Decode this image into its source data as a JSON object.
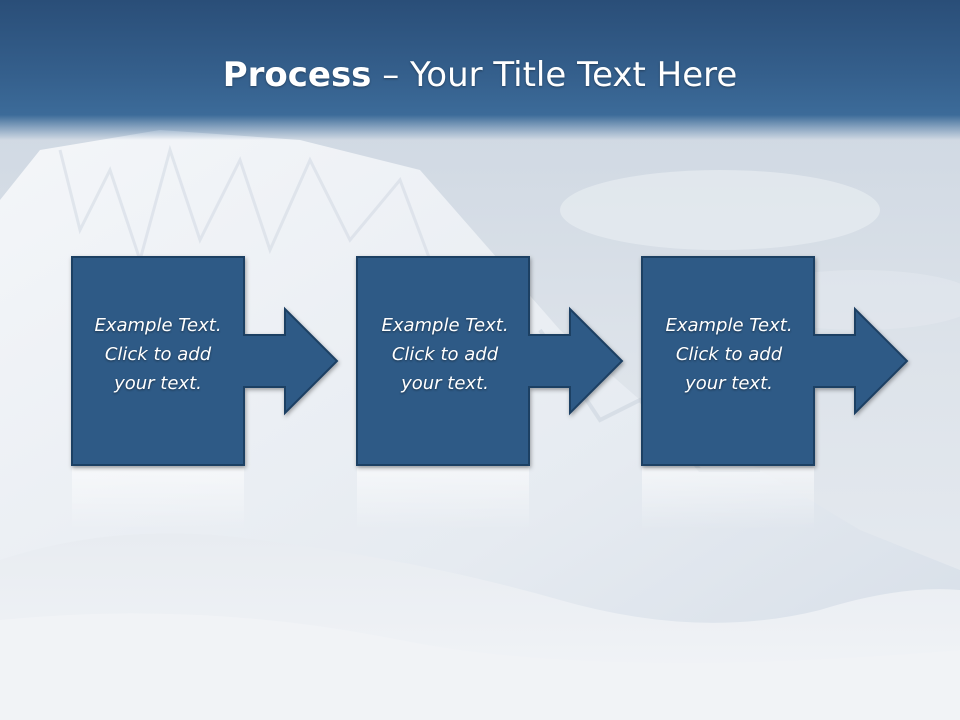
{
  "slide": {
    "title_bold": "Process",
    "title_rest": " – Your Title Text Here"
  },
  "steps": [
    {
      "lines": [
        "Example Text.",
        "Click  to add",
        "your text."
      ]
    },
    {
      "lines": [
        "Example Text.",
        "Click  to add",
        "your text."
      ]
    },
    {
      "lines": [
        "Example Text.",
        "Click  to add",
        "your text."
      ]
    }
  ],
  "colors": {
    "box_fill": "#2f5a86",
    "box_stroke": "#1f3f63",
    "title_band": "#35608d"
  }
}
